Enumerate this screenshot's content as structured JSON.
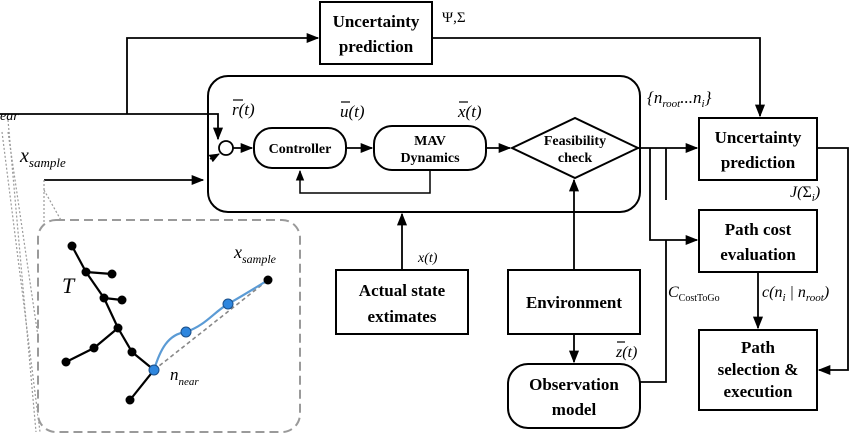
{
  "blocks": {
    "uncertainty_top": [
      "Uncertainty",
      "prediction"
    ],
    "controller": "Controller",
    "mav": [
      "MAV",
      "Dynamics"
    ],
    "feasibility": [
      "Feasibility",
      "check"
    ],
    "uncertainty_right": [
      "Uncertainty",
      "prediction"
    ],
    "path_cost": [
      "Path cost",
      "evaluation"
    ],
    "path_selection": [
      "Path",
      "selection &",
      "execution"
    ],
    "actual_state": [
      "Actual state",
      "extimates"
    ],
    "environment": "Environment",
    "observation": [
      "Observation",
      "model"
    ]
  },
  "signals": {
    "psi_sigma": "Ψ,Σ",
    "r_t": "r(t)",
    "u_t": "u(t)",
    "x_t": "x(t)",
    "x_t_small": "x(t)",
    "z_t": "z(t)",
    "n_set": {
      "open": "{",
      "n": "n",
      "root_sub": "root",
      "dots": "...",
      "n2": "n",
      "i_sub": "i",
      "close": "}"
    },
    "j_sigma": {
      "pre": "J(",
      "sigma": "Σ",
      "i_sub": "i",
      "post": ")"
    },
    "c_cost": {
      "pre": "c(",
      "n1": "n",
      "i_sub": "i",
      "bar": " | ",
      "n2": "n",
      "root_sub": "root",
      "post": ")"
    },
    "c_costtogo": {
      "c": "C",
      "sub": "CostToGo"
    }
  },
  "left_labels": {
    "near_cut": "ear",
    "x_sample": {
      "x": "x",
      "sub": "sample"
    }
  },
  "inset": {
    "tree_label": "T",
    "x_sample": {
      "x": "x",
      "sub": "sample"
    },
    "n_near": {
      "n": "n",
      "sub": "near"
    }
  }
}
